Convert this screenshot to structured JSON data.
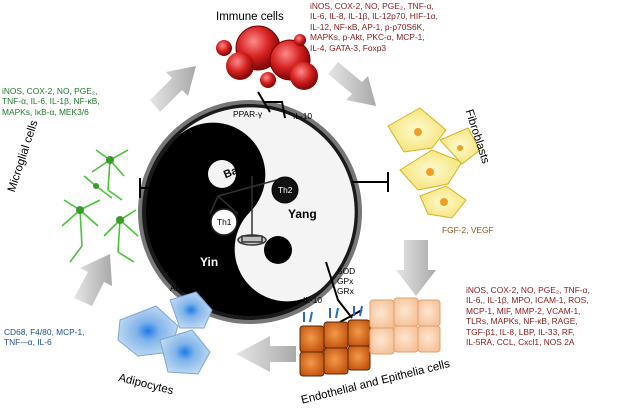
{
  "center": {
    "balance": "Balance",
    "yin": "Yin",
    "yang": "Yang",
    "th1": "Th1",
    "th2": "Th2"
  },
  "cells": {
    "immune": "Immune cells",
    "fibroblasts": "Fibroblasts",
    "endothelial": "Endothelial and Epithelia cells",
    "adipocytes": "Adipocytes",
    "microglial": "Microglial cells"
  },
  "markers": {
    "immune": [
      "iNOS, COX-2, NO, PGE₂, TNF-α,",
      "IL-6, IL-8, IL-1β, IL-12p70, HIF-1α,",
      "IL-12, NF-κB,  AP-1, p-p70S6K,",
      "MAPKs, p-Akt, PKC-α,  MCP-1,",
      "IL-4, GATA-3, Foxp3"
    ],
    "microglial": [
      "iNOS, COX-2, NO, PGE₂,",
      "TNF-α, IL-6, IL-1β, NF-κB,",
      "MAPKs, IκB-α, MEK3/6"
    ],
    "fibroblasts": [
      "FGF-2, VEGF"
    ],
    "endothelial": [
      "iNOS, COX-2, NO, PGE₂, TNF-α,",
      "IL-6,, IL-1β, MPO, ICAM-1, ROS,",
      "MCP-1, MIF, MMP-2, VCAM-1,",
      "TLRs, MAPKs, NF-κB, RAGE,",
      "TGF-β1, IL-8, LBP, IL-33, RF,",
      "IL-5RA, CCL, Cxcl1, NOS 2A"
    ],
    "adipocytes": [
      "CD68, F4/80, MCP-1,",
      "TNF-–α, IL-6"
    ]
  },
  "inhibitors": {
    "ppar": "PPAR-γ",
    "il10_top": "IL-10",
    "arginase": "Arginase I",
    "il10_bottom": "IL-10",
    "sod": "SOD",
    "gpx": "GPx",
    "grx": "GRx"
  },
  "colors": {
    "red_text": "#8b1a1a",
    "green_text": "#1f7a2e",
    "blue_text": "#1f4e8c",
    "brown_text": "#8a5a1e",
    "arrow_gray": "#c8c8c8"
  }
}
